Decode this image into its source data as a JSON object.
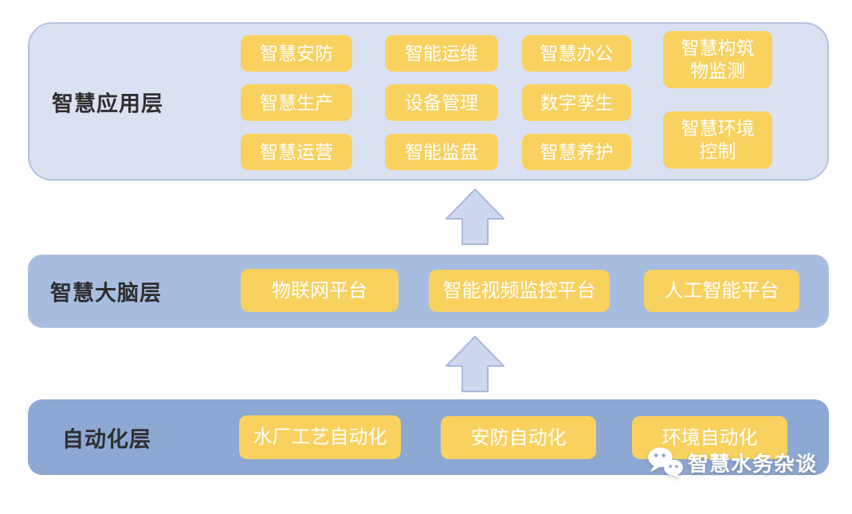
{
  "diagram": {
    "layers": [
      {
        "name": "智慧应用层",
        "buttons": [
          "智慧安防",
          "智慧生产",
          "智慧运营",
          "智能运维",
          "设备管理",
          "智能监盘",
          "智慧办公",
          "数字孪生",
          "智慧养护",
          "智慧构筑\n物监测",
          "智慧环境\n控制"
        ]
      },
      {
        "name": "智慧大脑层",
        "buttons": [
          "物联网平台",
          "智能视频监控平台",
          "人工智能平台"
        ]
      },
      {
        "name": "自动化层",
        "buttons": [
          "水厂工艺自动化",
          "安防自动化",
          "环境自动化"
        ]
      }
    ],
    "arrows": [
      "up",
      "up"
    ],
    "watermark": {
      "icon": "wechat-icon",
      "text": "智慧水务杂谈"
    },
    "colors": {
      "layer_app_fill": "#dae1f3",
      "layer_app_border": "#b5c1e0",
      "layer_brain_fill": "#a7bde0",
      "layer_auto_fill": "#8ca8d3",
      "node_fill": "#f9d15f",
      "node_text": "#ffffff",
      "arrow_fill": "#ced8ee",
      "arrow_border": "#a9b8da",
      "label_text": "#2e2e2e",
      "background": "#ffffff"
    }
  }
}
